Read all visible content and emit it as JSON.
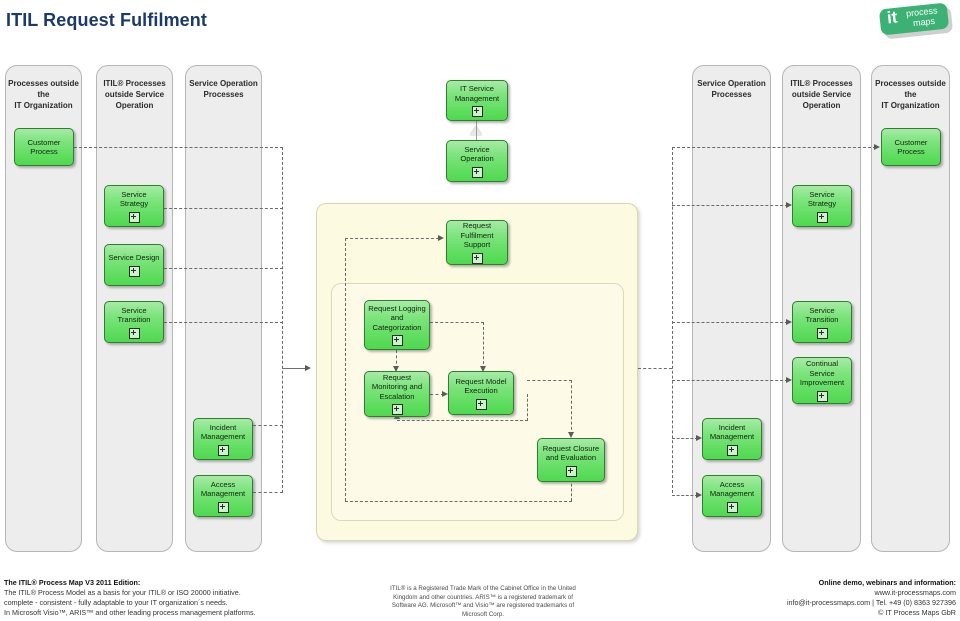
{
  "page": {
    "title": "ITIL Request Fulfilment"
  },
  "logo": {
    "it": "it",
    "process": "process",
    "maps": "maps"
  },
  "lanes": [
    {
      "id": "lane-left-outside",
      "title": "Processes outside\nthe\nIT Organization"
    },
    {
      "id": "lane-left-itil",
      "title": "ITIL® Processes\noutside Service\nOperation"
    },
    {
      "id": "lane-left-serviceop",
      "title": "Service Operation\nProcesses"
    },
    {
      "id": "lane-right-serviceop",
      "title": "Service Operation\nProcesses"
    },
    {
      "id": "lane-right-itil",
      "title": "ITIL® Processes\noutside Service\nOperation"
    },
    {
      "id": "lane-right-outside",
      "title": "Processes outside\nthe\nIT Organization"
    }
  ],
  "boxes": {
    "customer_process_left": "Customer\nProcess",
    "service_strategy_left": "Service Strategy",
    "service_design_left": "Service Design",
    "service_transition_left": "Service\nTransition",
    "incident_management_left": "Incident\nManagement",
    "access_management_left": "Access\nManagement",
    "it_service_management": "IT Service\nManagement",
    "service_operation": "Service\nOperation",
    "request_fulfilment_support": "Request\nFulfilment\nSupport",
    "request_logging_categorization": "Request Logging\nand\nCategorization",
    "request_monitoring_escalation": "Request\nMonitoring and\nEscalation",
    "request_model_execution": "Request Model\nExecution",
    "request_closure_evaluation": "Request Closure\nand Evaluation",
    "incident_management_right": "Incident\nManagement",
    "access_management_right": "Access\nManagement",
    "service_strategy_right": "Service Strategy",
    "service_transition_right": "Service\nTransition",
    "continual_service_improvement_right": "Continual\nService\nImprovement",
    "customer_process_right": "Customer\nProcess"
  },
  "footer": {
    "left": {
      "heading": "The ITIL® Process Map V3 2011 Edition:",
      "line1": "The ITIL® Process Model as a basis for your ITIL® or ISO 20000 initiative.",
      "line2": "complete - consistent - fully adaptable to your IT organization´s needs.",
      "line3": "In Microsoft Visio™, ARIS™ and other leading process management platforms."
    },
    "center": {
      "line1": "ITIL® is a Registered Trade Mark of the Cabinet Office in the United",
      "line2": "Kingdom and other countries. ARIS™ is  a  registered trademark of",
      "line3": "Software AG. Microsoft™ and Visio™ are registered trademarks of",
      "line4": "Microsoft Corp."
    },
    "right": {
      "heading": "Online demo, webinars and information:",
      "line1": "www.it-processmaps.com",
      "line2": "info@it-processmaps.com | Tel. +49 (0) 8363 927396",
      "line3": "© IT Process Maps GbR"
    }
  },
  "colors": {
    "title": "#1b3a6b",
    "lane_fill": "#ededed",
    "process_green": "#4ed94e",
    "process_border": "#2f7f2f",
    "container_yellow": "#fcfae0",
    "logo_green": "#3bb273"
  }
}
